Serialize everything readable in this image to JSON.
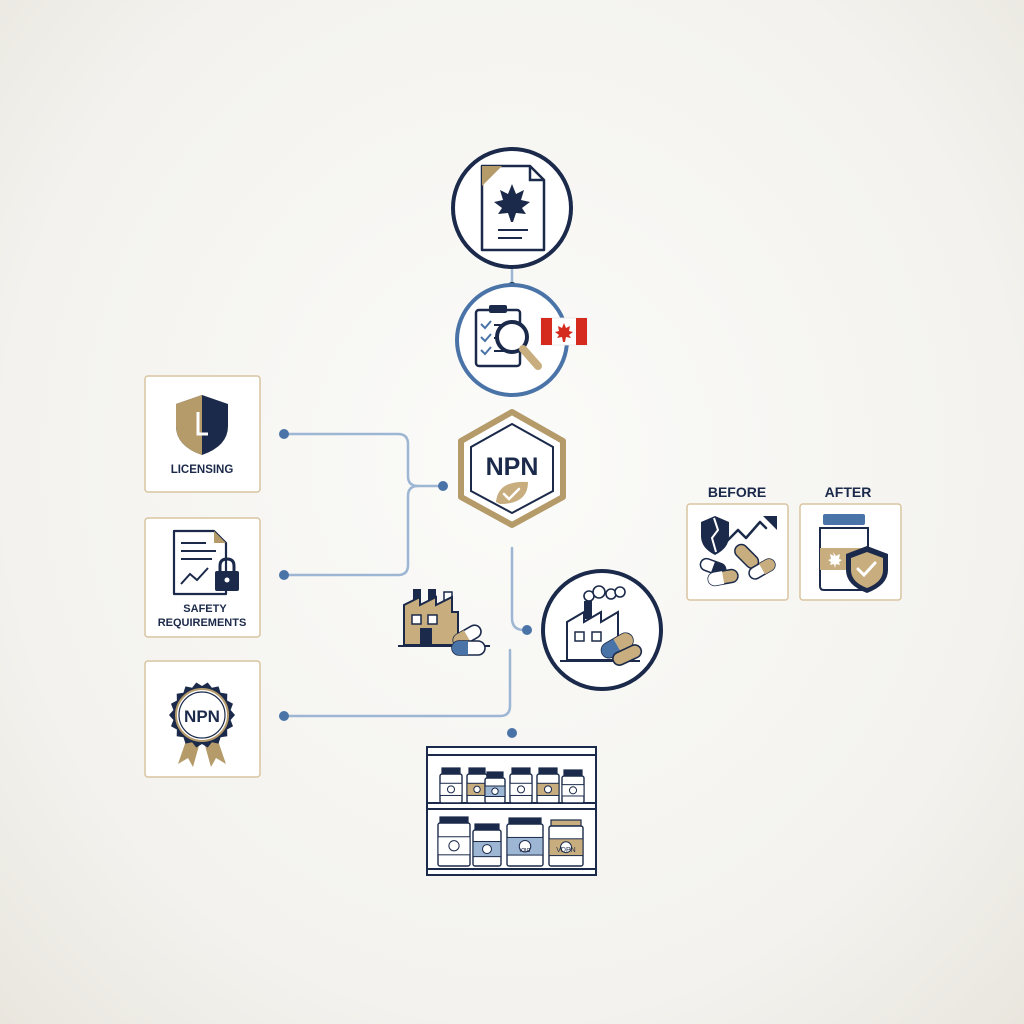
{
  "colors": {
    "navy": "#1b2a4a",
    "gold": "#b59a6a",
    "tan": "#c8ad7f",
    "steel_blue": "#4a74a8",
    "line_blue": "#9db6d3",
    "red": "#d52b1e",
    "card_border": "#d9c4a0"
  },
  "center": {
    "badge_text": "NPN"
  },
  "left_cards": [
    {
      "label": "LICENSING",
      "icon": "shield-icon"
    },
    {
      "label_line1": "SAFETY",
      "label_line2": "REQUIREMENTS",
      "icon": "document-lock-icon"
    },
    {
      "label": "NPN",
      "icon": "seal-ribbon-icon"
    }
  ],
  "comparison": {
    "before_label": "BEFORE",
    "after_label": "AFTER"
  },
  "shelf": {
    "jar_labels": [
      "ɩɑɩɑ",
      "VDPN"
    ]
  },
  "icons": [
    "canada-document-icon",
    "checklist-magnifier-icon",
    "canada-flag-icon",
    "factory-capsule-icon",
    "factory-icon",
    "store-shelf-icon"
  ]
}
